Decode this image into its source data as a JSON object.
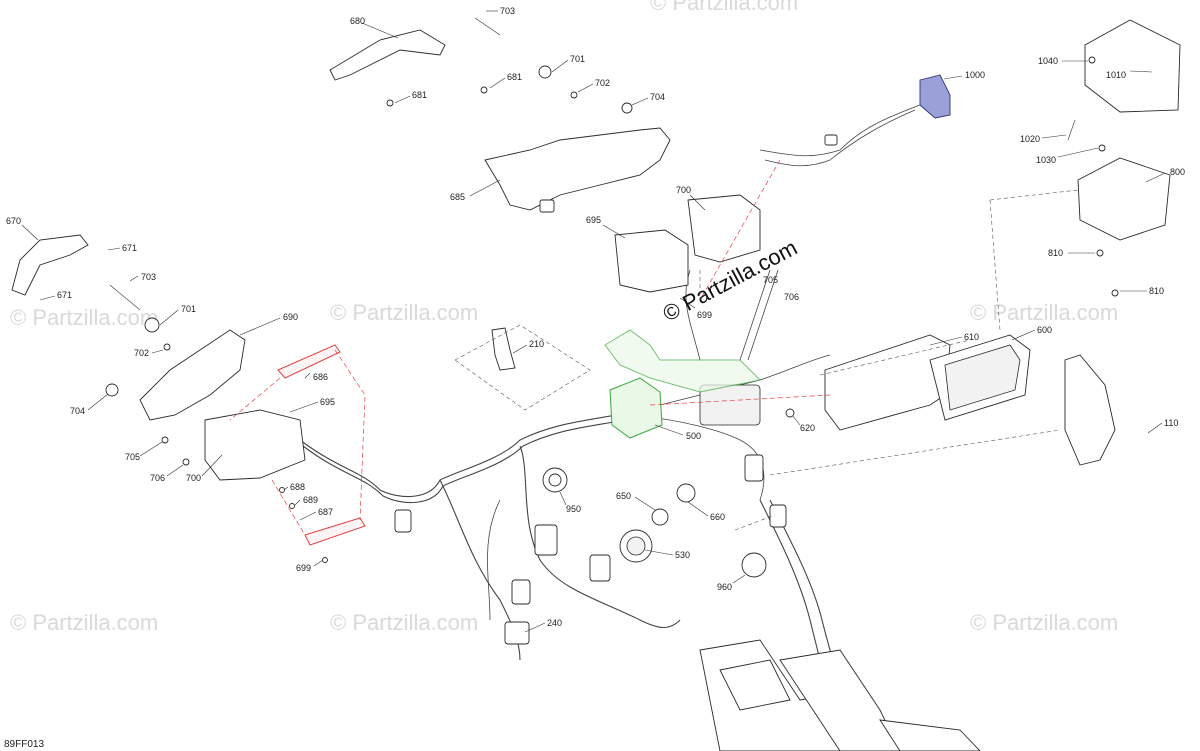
{
  "diagram": {
    "figure_ref": "89FF013",
    "watermark": "© Partzilla.com",
    "callouts": [
      {
        "id": "680",
        "label": "680"
      },
      {
        "id": "703a",
        "label": "703"
      },
      {
        "id": "701a",
        "label": "701"
      },
      {
        "id": "681a",
        "label": "681"
      },
      {
        "id": "681b",
        "label": "681"
      },
      {
        "id": "702a",
        "label": "702"
      },
      {
        "id": "704a",
        "label": "704"
      },
      {
        "id": "685",
        "label": "685"
      },
      {
        "id": "700a",
        "label": "700"
      },
      {
        "id": "695a",
        "label": "695"
      },
      {
        "id": "705a",
        "label": "705"
      },
      {
        "id": "706a",
        "label": "706"
      },
      {
        "id": "699a",
        "label": "699"
      },
      {
        "id": "1000",
        "label": "1000"
      },
      {
        "id": "1040",
        "label": "1040"
      },
      {
        "id": "1010",
        "label": "1010"
      },
      {
        "id": "1020",
        "label": "1020"
      },
      {
        "id": "1030",
        "label": "1030"
      },
      {
        "id": "800",
        "label": "800"
      },
      {
        "id": "810a",
        "label": "810"
      },
      {
        "id": "810b",
        "label": "810"
      },
      {
        "id": "670",
        "label": "670"
      },
      {
        "id": "671a",
        "label": "671"
      },
      {
        "id": "703b",
        "label": "703"
      },
      {
        "id": "671b",
        "label": "671"
      },
      {
        "id": "701b",
        "label": "701"
      },
      {
        "id": "690",
        "label": "690"
      },
      {
        "id": "702b",
        "label": "702"
      },
      {
        "id": "686",
        "label": "686"
      },
      {
        "id": "704b",
        "label": "704"
      },
      {
        "id": "695b",
        "label": "695"
      },
      {
        "id": "705b",
        "label": "705"
      },
      {
        "id": "706b",
        "label": "706"
      },
      {
        "id": "700b",
        "label": "700"
      },
      {
        "id": "688",
        "label": "688"
      },
      {
        "id": "689",
        "label": "689"
      },
      {
        "id": "687",
        "label": "687"
      },
      {
        "id": "699b",
        "label": "699"
      },
      {
        "id": "210",
        "label": "210"
      },
      {
        "id": "500",
        "label": "500"
      },
      {
        "id": "610",
        "label": "610"
      },
      {
        "id": "600",
        "label": "600"
      },
      {
        "id": "620",
        "label": "620"
      },
      {
        "id": "110",
        "label": "110"
      },
      {
        "id": "950",
        "label": "950"
      },
      {
        "id": "650",
        "label": "650"
      },
      {
        "id": "660",
        "label": "660"
      },
      {
        "id": "530",
        "label": "530"
      },
      {
        "id": "960",
        "label": "960"
      },
      {
        "id": "240",
        "label": "240"
      }
    ]
  }
}
